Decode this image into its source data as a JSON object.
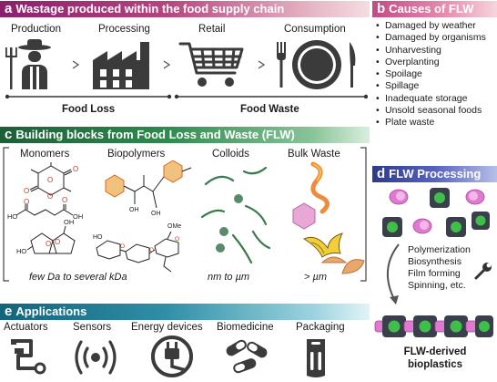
{
  "panel_a": {
    "letter": "a",
    "title": "Wastage produced within the food supply chain",
    "stages": [
      "Production",
      "Processing",
      "Retail",
      "Consumption"
    ],
    "groups": [
      "Food Loss",
      "Food Waste"
    ]
  },
  "panel_b": {
    "letter": "b",
    "title": "Causes of FLW",
    "causes": [
      "Damaged by weather",
      "Damaged by organisms",
      "Unharvesting",
      "Overplanting",
      "Spoilage",
      "Spillage",
      "Inadequate storage",
      "Unsold seasonal foods",
      "Plate waste"
    ]
  },
  "panel_c": {
    "letter": "c",
    "title": "Building blocks from Food Loss and Waste (FLW)",
    "columns": [
      "Monomers",
      "Biopolymers",
      "Colloids",
      "Bulk Waste"
    ],
    "scales": [
      "few Da to several kDa",
      "nm to µm",
      "> µm"
    ],
    "structure_labels": {
      "oh": "OH",
      "ome": "OMe",
      "ho": "HO"
    }
  },
  "panel_d": {
    "letter": "d",
    "title": "FLW Processing",
    "steps": [
      "Polymerization",
      "Biosynthesis",
      "Film forming",
      "Spinning, etc."
    ],
    "result": [
      "FLW-derived",
      "bioplastics"
    ]
  },
  "panel_e": {
    "letter": "e",
    "title": "Applications",
    "items": [
      "Actuators",
      "Sensors",
      "Energy devices",
      "Biomedicine",
      "Packaging"
    ]
  }
}
